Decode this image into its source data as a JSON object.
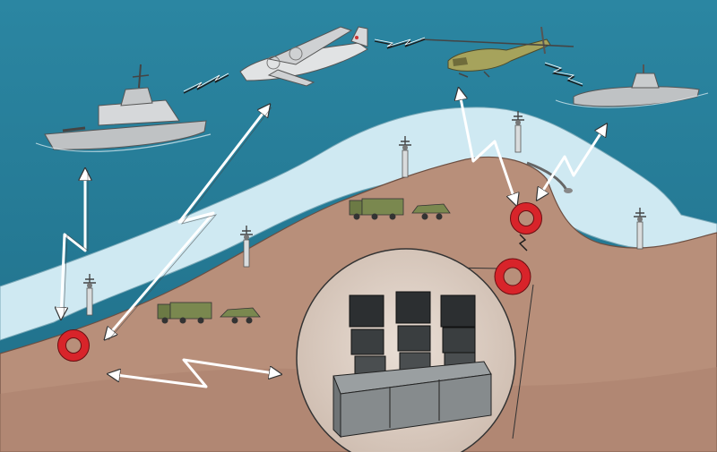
{
  "colors": {
    "sea": "#2f8aa4",
    "sea_dark": "#236f88",
    "shallow_water": "#cfe9f2",
    "land": "#b88f7a",
    "land_dark": "#9e7462",
    "ring_red": "#d8242a",
    "link_white": "#ffffff",
    "ship_grey": "#b9bcbf",
    "vehicle_green": "#6c7a45",
    "console_grey": "#7d8284"
  },
  "icons": {
    "ship": "ship-icon",
    "aircraft": "aircraft-icon",
    "helicopter": "helicopter-icon",
    "submarine": "submarine-icon",
    "truck": "truck-icon",
    "coastal_mast": "radar-mast-icon",
    "node": "ring-node-icon",
    "console": "operator-console-icon"
  },
  "diagram": {
    "nodes": [
      "coastal-node-west",
      "coastal-node-east-upper",
      "coastal-node-east-lower"
    ],
    "links": [
      "ship-to-west-node",
      "aircraft-to-west-node",
      "helicopter-to-east-node",
      "submarine-to-east-node",
      "west-node-to-command-center",
      "aircraft-to-helicopter",
      "ship-to-aircraft",
      "helicopter-to-submarine"
    ]
  }
}
